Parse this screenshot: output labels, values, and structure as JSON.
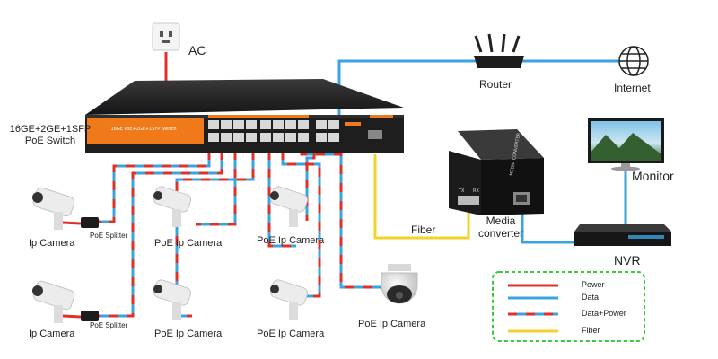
{
  "diagram": {
    "labels": {
      "ac": "AC",
      "switch_model": "16GE+2GE+1SFP",
      "switch_type": "PoE Switch",
      "router": "Router",
      "internet": "Internet",
      "monitor": "Monitor",
      "fiber": "Fiber",
      "media_converter": "Media\nconverter",
      "nvr": "NVR",
      "cam_ip_1": "Ip Camera",
      "cam_ip_2": "Ip Camera",
      "cam_poe_1": "PoE Ip Camera",
      "cam_poe_2": "PoE Ip Camera",
      "cam_poe_3": "PoE Ip Camera",
      "cam_poe_4": "PoE Ip Camera",
      "cam_dome": "PoE Ip Camera",
      "splitter_1": "PoE Splitter",
      "splitter_2": "PoE Splitter"
    },
    "device_text": {
      "switch_panel": "16GE PoE+2GE+1SFP Switch",
      "converter_brand": "MEDIA CONVERTER",
      "converter_tx": "TX",
      "converter_rx": "RX"
    },
    "legend": [
      {
        "label": "Power",
        "style": "power",
        "color": "#e0302a"
      },
      {
        "label": "Data",
        "style": "data",
        "color": "#3aa3e0"
      },
      {
        "label": "Data+Power",
        "style": "dual",
        "color": "#3aa3e0"
      },
      {
        "label": "Fiber",
        "style": "fiber",
        "color": "#f4d12b"
      }
    ],
    "colors": {
      "power": "#e0302a",
      "data": "#3aa3e0",
      "fiber": "#f4d12b",
      "switch_accent": "#f07a1a",
      "legend_border": "#3cc83c"
    }
  }
}
